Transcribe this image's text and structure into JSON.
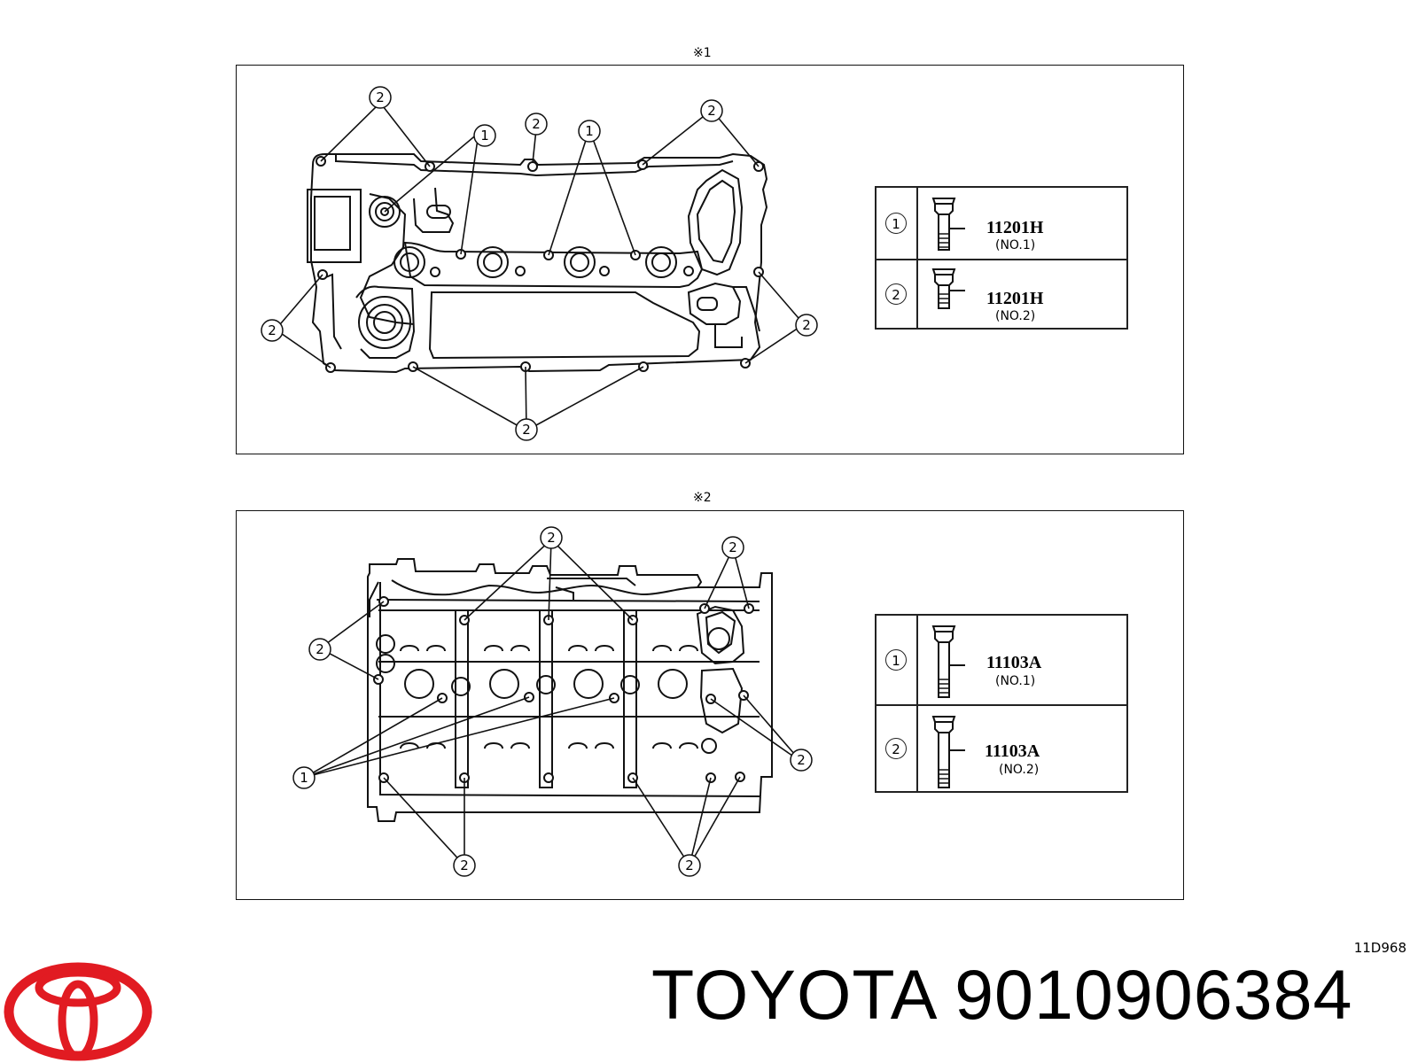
{
  "panels": [
    {
      "label": "※1",
      "legend": [
        {
          "num": "1",
          "code": "11201H",
          "sub": "(NO.1)"
        },
        {
          "num": "2",
          "code": "11201H",
          "sub": "(NO.2)"
        }
      ]
    },
    {
      "label": "※2",
      "legend": [
        {
          "num": "1",
          "code": "11103A",
          "sub": "(NO.1)"
        },
        {
          "num": "2",
          "code": "11103A",
          "sub": "(NO.2)"
        }
      ]
    }
  ],
  "callout_numbers": {
    "one": "1",
    "two": "2"
  },
  "diagram_id": "11D968",
  "brand_line": "TOYOTA 9010906384",
  "colors": {
    "logo": "#e11b22",
    "line": "#111111"
  }
}
